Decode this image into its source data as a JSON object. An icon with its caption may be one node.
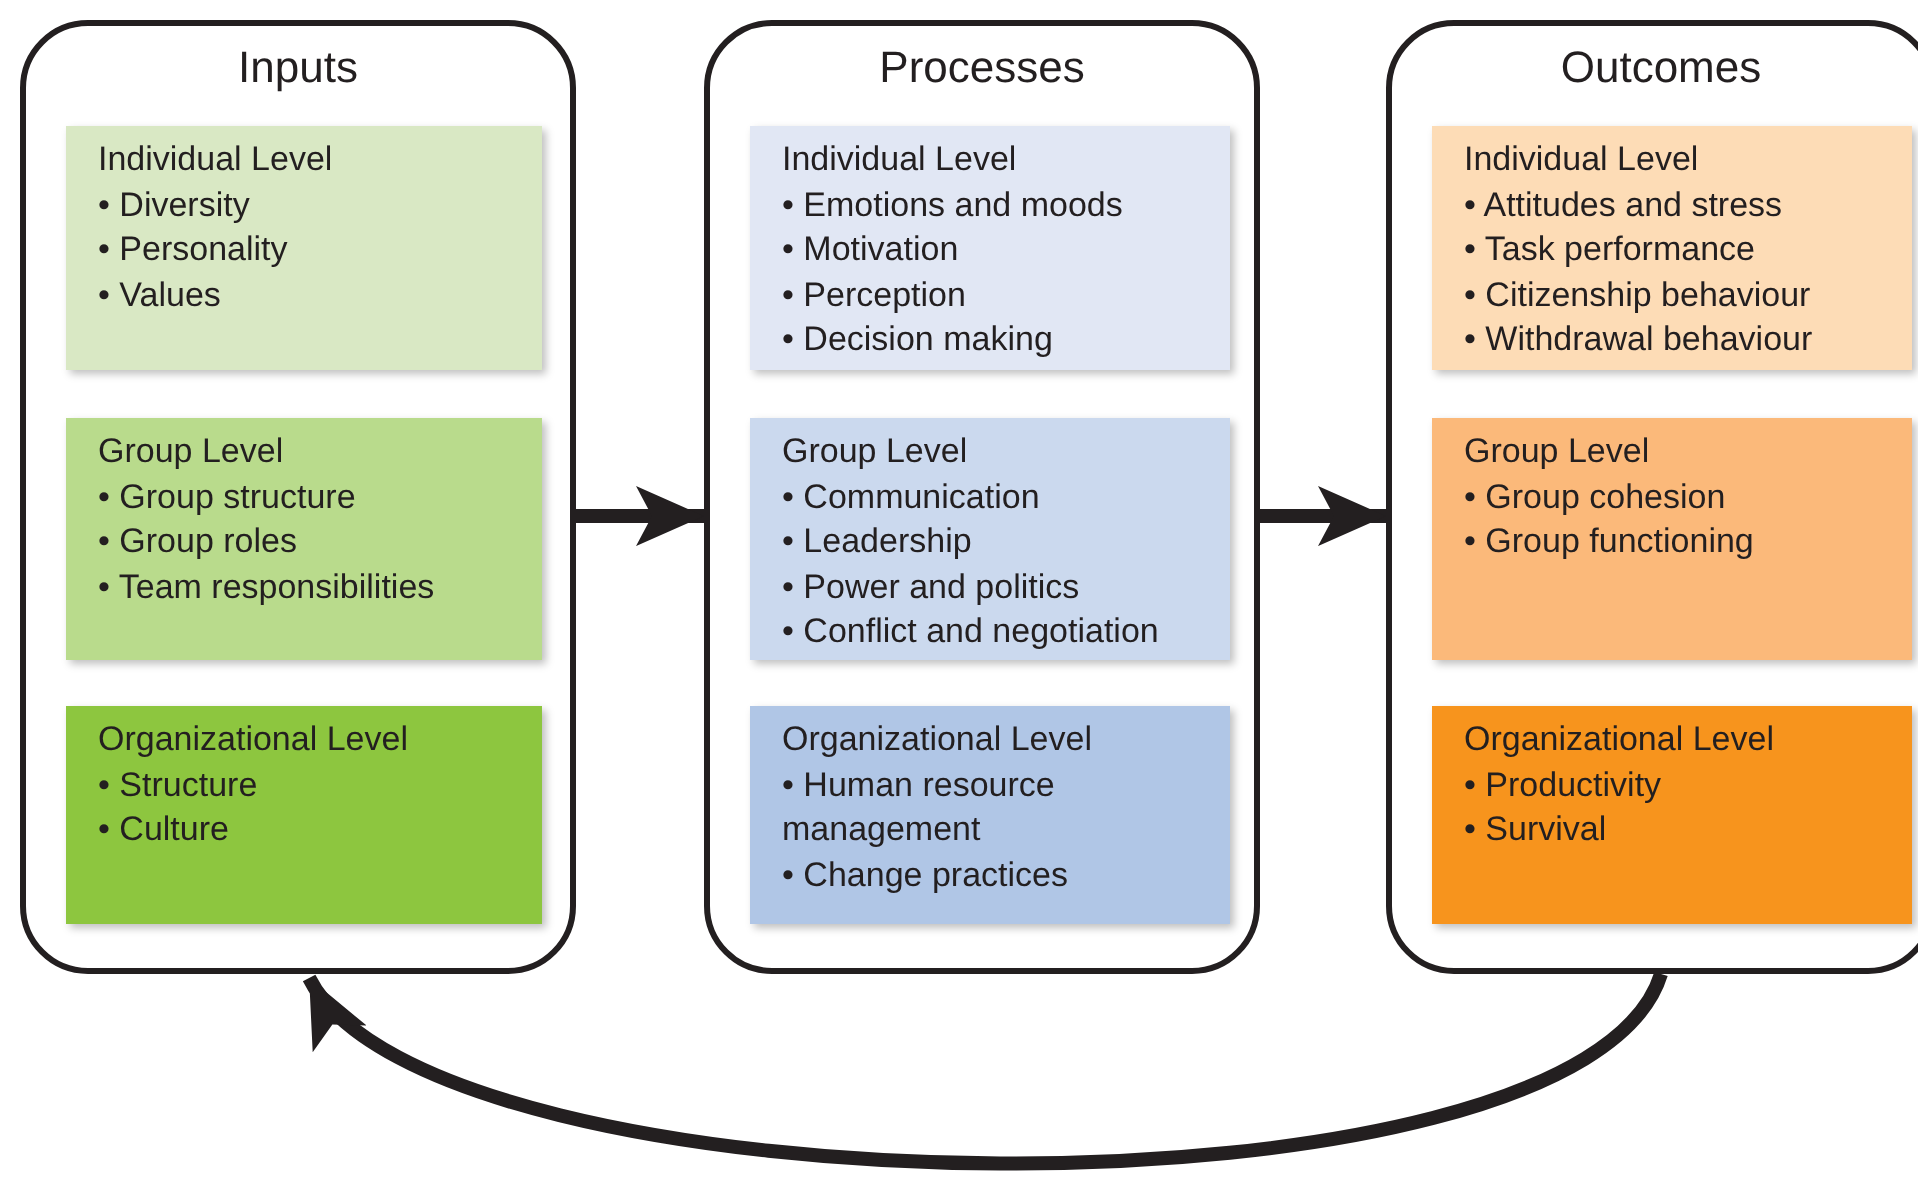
{
  "diagram": {
    "nodes": [
      {
        "text": [
          "Inputs"
        ]
      },
      {
        "text": [
          "Individual Level",
          "• Diversity",
          "• Personality",
          "• Values"
        ],
        "in": 0
      },
      {
        "text": [
          "Group Level",
          "• Group structure",
          "• Group roles",
          "• Team responsibilities"
        ],
        "in": 0
      },
      {
        "text": [
          "Organizational Level",
          "• Structure",
          "• Culture"
        ],
        "in": 0
      },
      {
        "text": [
          "Processes"
        ]
      },
      {
        "text": [
          "Individual Level",
          "• Emotions and moods",
          "• Motivation",
          "• Perception",
          "• Decision making"
        ],
        "in": 4
      },
      {
        "text": [
          "Group Level",
          "• Communication",
          "• Leadership",
          "• Power and politics",
          "• Conflict and negotiation"
        ],
        "in": 4
      },
      {
        "text": [
          "Organizational Level",
          "• Human resource management",
          "• Change practices"
        ],
        "in": 4
      },
      {
        "text": [
          "Outcomes"
        ]
      },
      {
        "text": [
          "Individual Level",
          "• Attitudes and stress",
          "• Task performance",
          "• Citizenship behaviour",
          "• Withdrawal behaviour"
        ],
        "in": 8
      },
      {
        "text": [
          "Group Level",
          "• Group cohesion",
          "• Group functioning"
        ],
        "in": 8
      },
      {
        "text": [
          "Organizational Level",
          "• Productivity",
          "• Survival"
        ],
        "in": 8
      }
    ],
    "edges": [
      {
        "from": 0,
        "to": 4,
        "arrow": "to"
      },
      {
        "from": 4,
        "to": 8,
        "arrow": "to"
      },
      {
        "from": 8,
        "to": 0,
        "arrow": "to"
      }
    ]
  }
}
